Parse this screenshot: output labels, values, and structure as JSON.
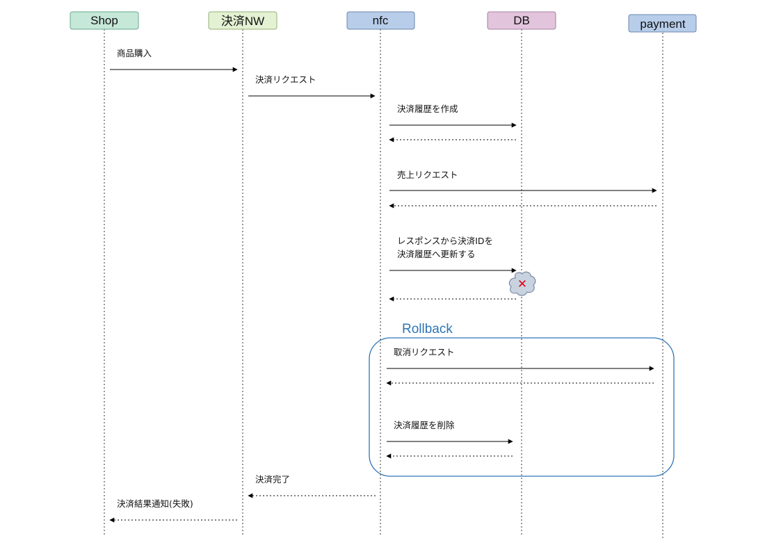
{
  "actors": [
    {
      "id": "shop",
      "label": "Shop",
      "fill": "#c6e8d9",
      "stroke": "#6aa88f"
    },
    {
      "id": "nw",
      "label": "決済NW",
      "fill": "#e4f1d3",
      "stroke": "#93b07a"
    },
    {
      "id": "nfc",
      "label": "nfc",
      "fill": "#b7cdea",
      "stroke": "#6d87ad"
    },
    {
      "id": "db",
      "label": "DB",
      "fill": "#e2c4dc",
      "stroke": "#a682a0"
    },
    {
      "id": "payment",
      "label": "payment",
      "fill": "#b7cdea",
      "stroke": "#6d87ad"
    }
  ],
  "messages": [
    {
      "label": "商品購入"
    },
    {
      "label": "決済リクエスト"
    },
    {
      "label": "決済履歴を作成"
    },
    {
      "label": ""
    },
    {
      "label": "売上リクエスト"
    },
    {
      "label": ""
    },
    {
      "label": "レスポンスから決済IDを"
    },
    {
      "label": "決済履歴へ更新する"
    },
    {
      "label": ""
    },
    {
      "label": "取消リクエスト"
    },
    {
      "label": ""
    },
    {
      "label": "決済履歴を削除"
    },
    {
      "label": ""
    },
    {
      "label": "決済完了"
    },
    {
      "label": "決済結果通知(失敗)"
    }
  ],
  "rollback": {
    "label": "Rollback",
    "color": "#2e75b6"
  },
  "error_marker": {
    "icon": "error-cloud-icon",
    "symbol": "✕",
    "color": "#e0001a"
  }
}
